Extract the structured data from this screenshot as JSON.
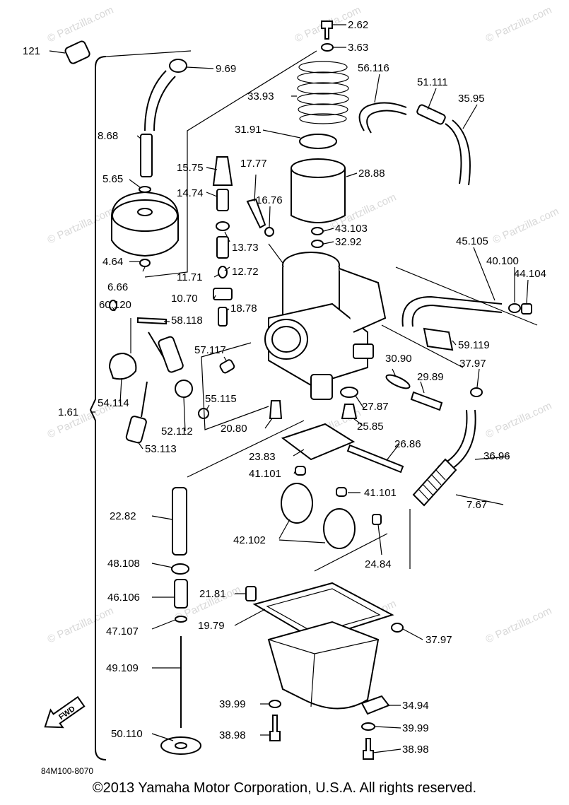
{
  "watermarks": [
    "© Partzilla.com",
    "© Partzilla.com",
    "© Partzilla.com",
    "© Partzilla.com",
    "© Partzilla.com",
    "© Partzilla.com",
    "© Partzilla.com",
    "© Partzilla.com",
    "© Partzilla.com",
    "© Partzilla.com",
    "© Partzilla.com",
    "© Partzilla.com",
    "© Partzilla.com"
  ],
  "callouts": [
    {
      "ref": "2.62"
    },
    {
      "ref": "3.63"
    },
    {
      "ref": "121"
    },
    {
      "ref": "9.69"
    },
    {
      "ref": "56.116"
    },
    {
      "ref": "51.111"
    },
    {
      "ref": "35.95"
    },
    {
      "ref": "33.93"
    },
    {
      "ref": "31.91"
    },
    {
      "ref": "8.68"
    },
    {
      "ref": "15.75"
    },
    {
      "ref": "17.77"
    },
    {
      "ref": "28.88"
    },
    {
      "ref": "5.65"
    },
    {
      "ref": "14.74"
    },
    {
      "ref": "16.76"
    },
    {
      "ref": "43.103"
    },
    {
      "ref": "13.73"
    },
    {
      "ref": "32.92"
    },
    {
      "ref": "45.105"
    },
    {
      "ref": "40.100"
    },
    {
      "ref": "4.64"
    },
    {
      "ref": "12.72"
    },
    {
      "ref": "44.104"
    },
    {
      "ref": "11.71"
    },
    {
      "ref": "6.66"
    },
    {
      "ref": "10.70"
    },
    {
      "ref": "60.120"
    },
    {
      "ref": "18.78"
    },
    {
      "ref": "58.118"
    },
    {
      "ref": "59.119"
    },
    {
      "ref": "57.117"
    },
    {
      "ref": "30.90"
    },
    {
      "ref": "37.97"
    },
    {
      "ref": "29.89"
    },
    {
      "ref": "54.114"
    },
    {
      "ref": "55.115"
    },
    {
      "ref": "27.87"
    },
    {
      "ref": "1.61"
    },
    {
      "ref": "25.85"
    },
    {
      "ref": "52.112"
    },
    {
      "ref": "20.80"
    },
    {
      "ref": "53.113"
    },
    {
      "ref": "26.86"
    },
    {
      "ref": "23.83"
    },
    {
      "ref": "36.96"
    },
    {
      "ref": "41.101"
    },
    {
      "ref": "41.101"
    },
    {
      "ref": "7.67"
    },
    {
      "ref": "22.82"
    },
    {
      "ref": "42.102"
    },
    {
      "ref": "48.108"
    },
    {
      "ref": "24.84"
    },
    {
      "ref": "21.81"
    },
    {
      "ref": "46.106"
    },
    {
      "ref": "19.79"
    },
    {
      "ref": "47.107"
    },
    {
      "ref": "37.97"
    },
    {
      "ref": "49.109"
    },
    {
      "ref": "39.99"
    },
    {
      "ref": "34.94"
    },
    {
      "ref": "39.99"
    },
    {
      "ref": "50.110"
    },
    {
      "ref": "38.98"
    },
    {
      "ref": "38.98"
    }
  ],
  "fwd_label": "FWD",
  "diagram_code": "84M100-8070",
  "copyright": "©2013  Yamaha Motor Corporation, U.S.A. All rights reserved."
}
